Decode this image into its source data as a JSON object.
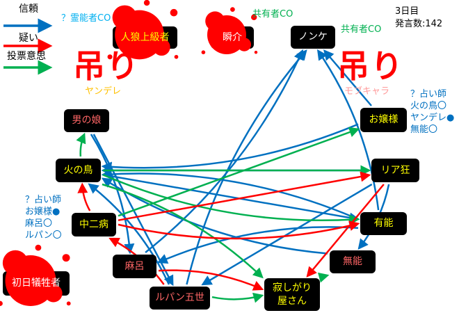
{
  "legend": {
    "trust": {
      "label": "信頼",
      "color": "#0070c0"
    },
    "doubt": {
      "label": "疑い",
      "color": "#ff0000"
    },
    "vote": {
      "label": "投票意思",
      "color": "#00b050"
    }
  },
  "status": {
    "day": "3日目",
    "posts": "発言数:142"
  },
  "hanged": [
    {
      "mark": "吊り",
      "name": "ヤンデレ"
    },
    {
      "mark": "吊り",
      "name": "モブキャラ"
    }
  ],
  "notes": {
    "medium": "？霊能者CO",
    "shared1": "共有者CO",
    "shared2": "共有者CO",
    "seer1": [
      "？占い師",
      "火の鳥〇",
      "ヤンデレ●",
      "無能〇"
    ],
    "seer2": [
      "？占い師",
      "お嬢様●",
      "麻呂〇",
      "ルパン〇"
    ]
  },
  "nodes": {
    "jinro": {
      "label": "人狼上級者",
      "color": "#ffff00",
      "dead": true
    },
    "shunsuke": {
      "label": "瞬介",
      "color": "#ffffff",
      "dead": true
    },
    "nonke": {
      "label": "ノンケ",
      "color": "#ffffff"
    },
    "otoko": {
      "label": "男の娘",
      "color": "#ff6666"
    },
    "hinotori": {
      "label": "火の鳥",
      "color": "#ffff00"
    },
    "chuni": {
      "label": "中二病",
      "color": "#ffff00"
    },
    "maro": {
      "label": "麻呂",
      "color": "#ff6666"
    },
    "lupin": {
      "label": "ルパン五世",
      "color": "#ff6666"
    },
    "sabishi": {
      "label": "寂しがり\n屋さん",
      "color": "#ffff00"
    },
    "muno": {
      "label": "無能",
      "color": "#ff6666"
    },
    "yuno": {
      "label": "有能",
      "color": "#ffff00"
    },
    "riakyo": {
      "label": "リア狂",
      "color": "#ffff00"
    },
    "ojo": {
      "label": "お嬢様",
      "color": "#ffff00"
    },
    "shonichi": {
      "label": "初日犠牲者",
      "color": "#ffffff",
      "dead": true
    }
  },
  "edges": [
    {
      "from": "otoko",
      "to": "maro",
      "type": "trust"
    },
    {
      "from": "otoko",
      "to": "lupin",
      "type": "trust"
    },
    {
      "from": "maro",
      "to": "nonke",
      "type": "trust"
    },
    {
      "from": "lupin",
      "to": "nonke",
      "type": "trust"
    },
    {
      "from": "ojo",
      "to": "nonke",
      "type": "trust"
    },
    {
      "from": "yuno",
      "to": "nonke",
      "type": "trust"
    },
    {
      "from": "ojo",
      "to": "hinotori",
      "type": "trust"
    },
    {
      "from": "riakyo",
      "to": "hinotori",
      "type": "trust"
    },
    {
      "from": "yuno",
      "to": "hinotori",
      "type": "trust"
    },
    {
      "from": "muno",
      "to": "hinotori",
      "type": "trust"
    },
    {
      "from": "riakyo",
      "to": "lupin",
      "type": "trust"
    },
    {
      "from": "yuno",
      "to": "maro",
      "type": "trust"
    },
    {
      "from": "riakyo",
      "to": "muno",
      "type": "trust"
    },
    {
      "from": "hinotori",
      "to": "yuno",
      "type": "trust"
    },
    {
      "from": "lupin",
      "to": "hinotori",
      "type": "trust"
    },
    {
      "from": "hinotori",
      "to": "otoko",
      "type": "vote"
    },
    {
      "from": "hinotori",
      "to": "riakyo",
      "type": "vote"
    },
    {
      "from": "hinotori",
      "to": "yuno",
      "type": "vote"
    },
    {
      "from": "hinotori",
      "to": "sabishi",
      "type": "vote"
    },
    {
      "from": "chuni",
      "to": "ojo",
      "type": "vote"
    },
    {
      "from": "lupin",
      "to": "sabishi",
      "type": "vote"
    },
    {
      "from": "sabishi",
      "to": "muno",
      "type": "vote"
    },
    {
      "from": "chuni",
      "to": "riakyo",
      "type": "doubt"
    },
    {
      "from": "chuni",
      "to": "yuno",
      "type": "doubt"
    },
    {
      "from": "maro",
      "to": "sabishi",
      "type": "doubt"
    },
    {
      "from": "riakyo",
      "to": "sabishi",
      "type": "doubt"
    },
    {
      "from": "lupin",
      "to": "chuni",
      "type": "doubt"
    },
    {
      "from": "chuni",
      "to": "hinotori",
      "type": "doubt"
    }
  ]
}
